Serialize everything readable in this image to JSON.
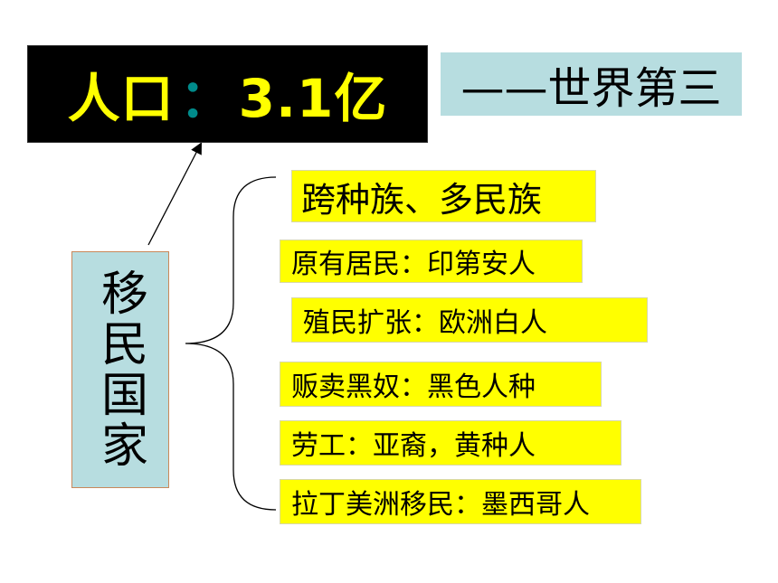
{
  "title": {
    "label": "人口",
    "colon": "：",
    "value": "3.1亿"
  },
  "rank": "——世界第三",
  "migrant": "移民国家",
  "items": [
    "跨种族、多民族",
    "原有居民：印第安人",
    "殖民扩张：欧洲白人",
    "贩卖黑奴：黑色人种",
    "劳工：亚裔，黄种人",
    "拉丁美洲移民：墨西哥人"
  ],
  "colors": {
    "title_bg": "#000000",
    "title_text": "#ffff00",
    "colon": "#008b8b",
    "light_box": "#b7dde0",
    "item_box": "#ffff00"
  }
}
